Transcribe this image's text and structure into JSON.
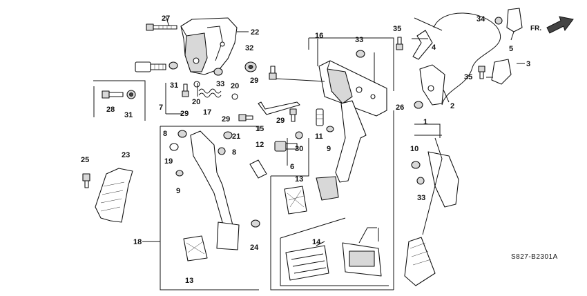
{
  "diagram": {
    "catalog_code": "S827-B2301A",
    "direction_label": "FR.",
    "callouts": [
      "1",
      "2",
      "3",
      "4",
      "5",
      "6",
      "7",
      "8",
      "9",
      "10",
      "11",
      "12",
      "13",
      "14",
      "15",
      "16",
      "17",
      "18",
      "19",
      "20",
      "21",
      "22",
      "23",
      "24",
      "25",
      "26",
      "27",
      "28",
      "29",
      "30",
      "31",
      "32",
      "33",
      "34",
      "35"
    ],
    "labels": [
      {
        "id": "c27",
        "text": "27"
      },
      {
        "id": "c22",
        "text": "22"
      },
      {
        "id": "c32",
        "text": "32"
      },
      {
        "id": "c31a",
        "text": "31"
      },
      {
        "id": "c7",
        "text": "7"
      },
      {
        "id": "c33a",
        "text": "33"
      },
      {
        "id": "c20a",
        "text": "20"
      },
      {
        "id": "c20b",
        "text": "20"
      },
      {
        "id": "c17",
        "text": "17"
      },
      {
        "id": "c29a",
        "text": "29"
      },
      {
        "id": "c28",
        "text": "28"
      },
      {
        "id": "c31b",
        "text": "31"
      },
      {
        "id": "c16",
        "text": "16"
      },
      {
        "id": "c33b",
        "text": "33"
      },
      {
        "id": "c29b",
        "text": "29"
      },
      {
        "id": "c29c",
        "text": "29"
      },
      {
        "id": "c15",
        "text": "15"
      },
      {
        "id": "c29d",
        "text": "29"
      },
      {
        "id": "c11",
        "text": "11"
      },
      {
        "id": "c9a",
        "text": "9"
      },
      {
        "id": "c30",
        "text": "30"
      },
      {
        "id": "c12",
        "text": "12"
      },
      {
        "id": "c6",
        "text": "6"
      },
      {
        "id": "c8a",
        "text": "8"
      },
      {
        "id": "c21",
        "text": "21"
      },
      {
        "id": "c8b",
        "text": "8"
      },
      {
        "id": "c19",
        "text": "19"
      },
      {
        "id": "c9b",
        "text": "9"
      },
      {
        "id": "c23",
        "text": "23"
      },
      {
        "id": "c25",
        "text": "25"
      },
      {
        "id": "c18",
        "text": "18"
      },
      {
        "id": "c24",
        "text": "24"
      },
      {
        "id": "c13a",
        "text": "13"
      },
      {
        "id": "c13b",
        "text": "13"
      },
      {
        "id": "c14",
        "text": "14"
      },
      {
        "id": "c34",
        "text": "34"
      },
      {
        "id": "c5",
        "text": "5"
      },
      {
        "id": "c35a",
        "text": "35"
      },
      {
        "id": "c4",
        "text": "4"
      },
      {
        "id": "c3",
        "text": "3"
      },
      {
        "id": "c35b",
        "text": "35"
      },
      {
        "id": "c26",
        "text": "26"
      },
      {
        "id": "c2",
        "text": "2"
      },
      {
        "id": "c1",
        "text": "1"
      },
      {
        "id": "c10",
        "text": "10"
      },
      {
        "id": "c33c",
        "text": "33"
      }
    ]
  }
}
